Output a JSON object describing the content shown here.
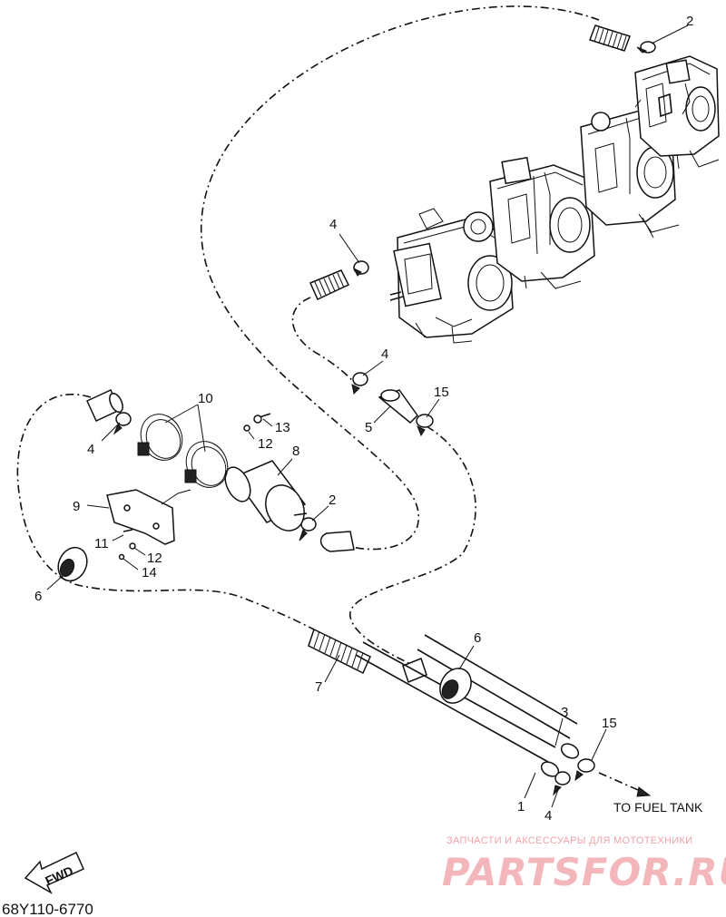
{
  "labels": [
    {
      "id": "p2a",
      "text": "2"
    },
    {
      "id": "p4a",
      "text": "4"
    },
    {
      "id": "p4b",
      "text": "4"
    },
    {
      "id": "p15a",
      "text": "15"
    },
    {
      "id": "p5",
      "text": "5"
    },
    {
      "id": "p10",
      "text": "10"
    },
    {
      "id": "p13",
      "text": "13"
    },
    {
      "id": "p4c",
      "text": "4"
    },
    {
      "id": "p12a",
      "text": "12"
    },
    {
      "id": "p8",
      "text": "8"
    },
    {
      "id": "p9",
      "text": "9"
    },
    {
      "id": "p2b",
      "text": "2"
    },
    {
      "id": "p11",
      "text": "11"
    },
    {
      "id": "p12b",
      "text": "12"
    },
    {
      "id": "p14",
      "text": "14"
    },
    {
      "id": "p6a",
      "text": "6"
    },
    {
      "id": "p6b",
      "text": "6"
    },
    {
      "id": "p7",
      "text": "7"
    },
    {
      "id": "p3",
      "text": "3"
    },
    {
      "id": "p15b",
      "text": "15"
    },
    {
      "id": "p1",
      "text": "1"
    },
    {
      "id": "p4d",
      "text": "4"
    }
  ],
  "callout": "TO FUEL TANK",
  "fwd_label": "FWD",
  "diagram_code": "68Y110-6770",
  "watermark": {
    "tagline": "ЗАПЧАСТИ И АКСЕССУАРЫ ДЛЯ МОТОТЕХНИКИ",
    "brand": "PARTSFOR.RU"
  }
}
